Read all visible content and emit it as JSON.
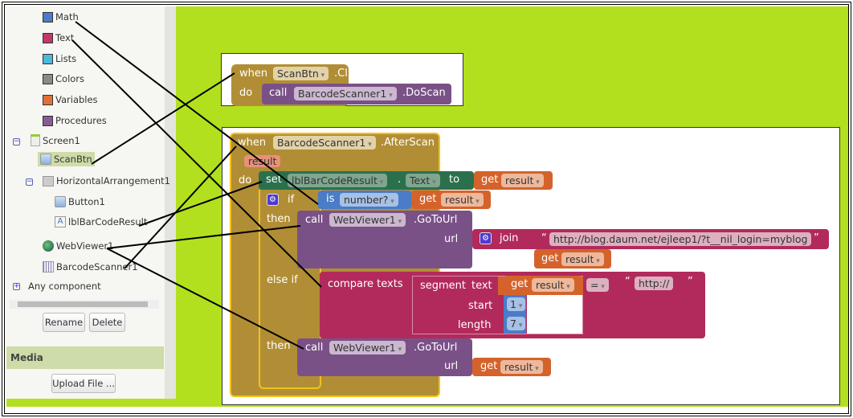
{
  "palette": {
    "items": [
      {
        "label": "Math",
        "color": "#4a7cc7"
      },
      {
        "label": "Text",
        "color": "#c2386a"
      },
      {
        "label": "Lists",
        "color": "#4cb8dc"
      },
      {
        "label": "Colors",
        "color": "#8a8a8a"
      },
      {
        "label": "Variables",
        "color": "#e0703a"
      },
      {
        "label": "Procedures",
        "color": "#8a5a94"
      }
    ]
  },
  "tree": {
    "screen": "Screen1",
    "scanbtn": "ScanBtn",
    "harr": "HorizontalArrangement1",
    "button1": "Button1",
    "label": "lblBarCodeResult",
    "webviewer": "WebViewer1",
    "scanner": "BarcodeScanner1",
    "any": "Any component"
  },
  "buttons": {
    "rename": "Rename",
    "delete": "Delete",
    "upload": "Upload File ..."
  },
  "media": {
    "title": "Media"
  },
  "colors": {
    "canvas": "#b3e01e",
    "event": "#b18e35",
    "set": "#2b704c",
    "get": "#d4632b",
    "logic": "#4a7cc7",
    "call": "#7a5187",
    "text": "#b22a5c"
  },
  "blocks": {
    "when": "when",
    "do": "do",
    "scanbtn": "ScanBtn",
    "click": ".Click",
    "call": "call",
    "scanner": "BarcodeScanner1",
    "doscan": ".DoScan",
    "afterscan": ".AfterScan",
    "result": "result",
    "set": "set",
    "lbl": "lblBarCodeResult",
    "dot": ".",
    "text_prop": "Text",
    "to": "to",
    "get": "get",
    "if": "if",
    "is": "is",
    "number": "number?",
    "then": "then",
    "webviewer": "WebViewer1",
    "gotourl": ".GoToUrl",
    "url": "url",
    "join": "join",
    "url_literal": "http://blog.daum.net/ejleep1/?t__nil_login=myblog",
    "elseif": "else if",
    "compare": "compare texts",
    "segment": "segment",
    "seg_text": "text",
    "start": "start",
    "length": "length",
    "start_val": "1",
    "length_val": "7",
    "op": "=",
    "http": "http://",
    "quote_open": "“",
    "quote_close": "”"
  }
}
